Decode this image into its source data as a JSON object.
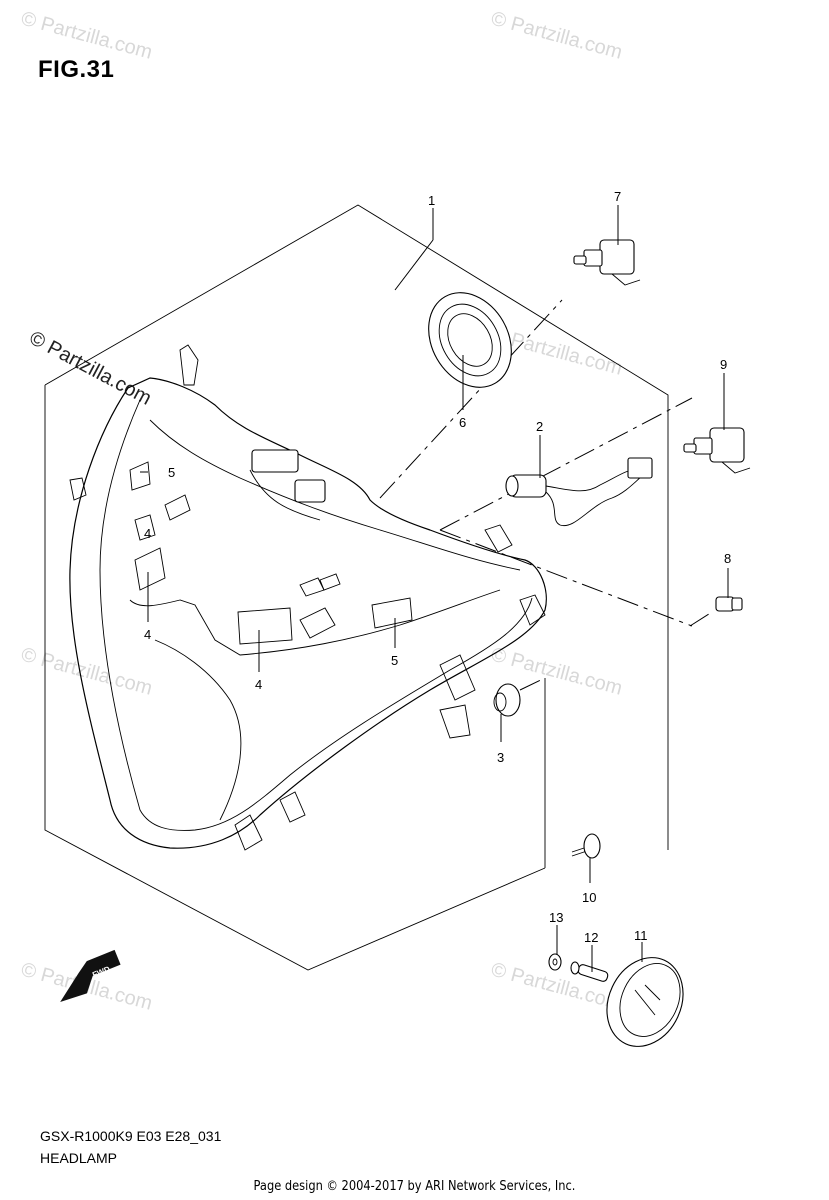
{
  "figure": {
    "title": "FIG.31",
    "model_code": "GSX-R1000K9 E03 E28_031",
    "section_name": "HEADLAMP",
    "footer": "Page design © 2004-2017 by ARI Network Services, Inc."
  },
  "watermark": {
    "text": "© Partzilla.com"
  },
  "fwd_arrow": {
    "label": "FWD"
  },
  "callouts": [
    {
      "number": "1"
    },
    {
      "number": "2"
    },
    {
      "number": "3"
    },
    {
      "number": "4"
    },
    {
      "number": "4"
    },
    {
      "number": "4"
    },
    {
      "number": "5"
    },
    {
      "number": "5"
    },
    {
      "number": "6"
    },
    {
      "number": "7"
    },
    {
      "number": "8"
    },
    {
      "number": "9"
    },
    {
      "number": "10"
    },
    {
      "number": "11"
    },
    {
      "number": "12"
    },
    {
      "number": "13"
    }
  ]
}
